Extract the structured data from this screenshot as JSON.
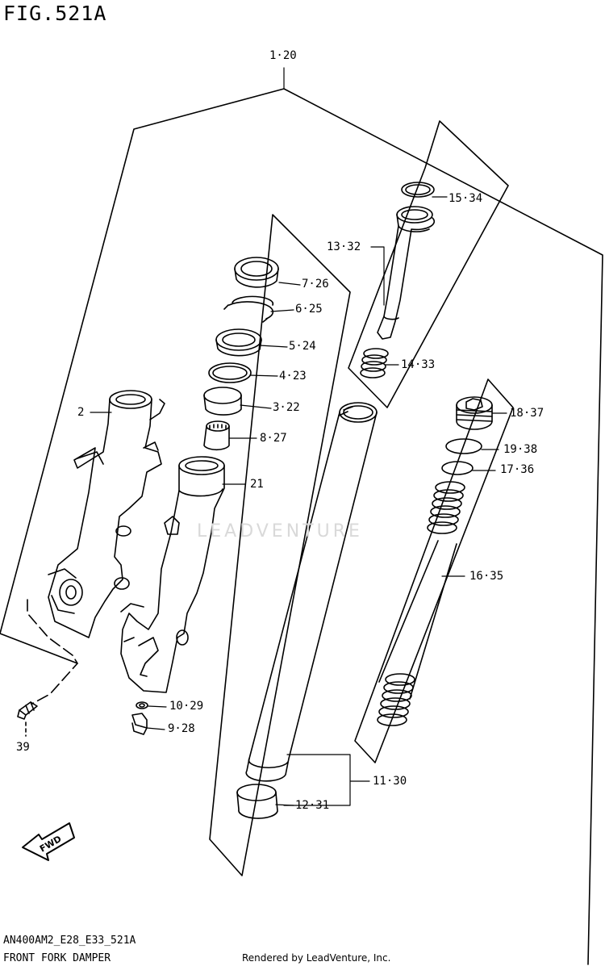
{
  "figure": {
    "title": "FIG.521A",
    "code": "AN400AM2_E28_E33_521A",
    "name": "FRONT FORK DAMPER",
    "render_credit": "Rendered by LeadVenture, Inc.",
    "watermark": "LEADVENTURE",
    "fwd_label": "FWD"
  },
  "callouts": {
    "c1_20": "1·20",
    "c2": "2",
    "c3_22": "3·22",
    "c4_23": "4·23",
    "c5_24": "5·24",
    "c6_25": "6·25",
    "c7_26": "7·26",
    "c8_27": "8·27",
    "c9_28": "9·28",
    "c10_29": "10·29",
    "c11_30": "11·30",
    "c12_31": "12·31",
    "c13_32": "13·32",
    "c14_33": "14·33",
    "c15_34": "15·34",
    "c16_35": "16·35",
    "c17_36": "17·36",
    "c18_37": "18·37",
    "c19_38": "19·38",
    "c21": "21",
    "c39": "39"
  }
}
